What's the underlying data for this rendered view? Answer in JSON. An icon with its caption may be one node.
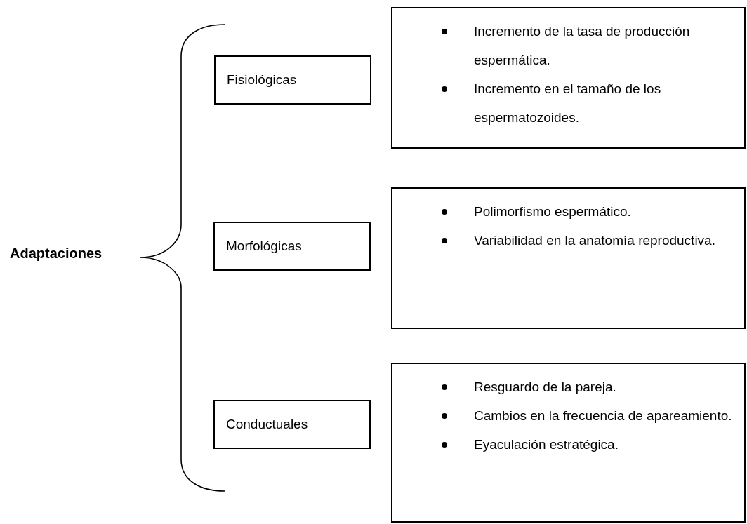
{
  "diagram": {
    "nodes": [
      {
        "text": [
          "Adaptaciones"
        ]
      },
      {
        "text": [
          "Fisiológicas"
        ]
      },
      {
        "text": [
          "Morfológicas"
        ]
      },
      {
        "text": [
          "Conductuales"
        ]
      },
      {
        "text": [
          "Incremento de la tasa de producción espermática.",
          "Incremento en el tamaño de los espermatozoides."
        ]
      },
      {
        "text": [
          "Polimorfismo espermático.",
          "Variabilidad en la anatomía reproductiva."
        ]
      },
      {
        "text": [
          "Resguardo de la pareja.",
          "Cambios en la frecuencia de apareamiento.",
          "Eyaculación estratégica."
        ]
      }
    ]
  }
}
